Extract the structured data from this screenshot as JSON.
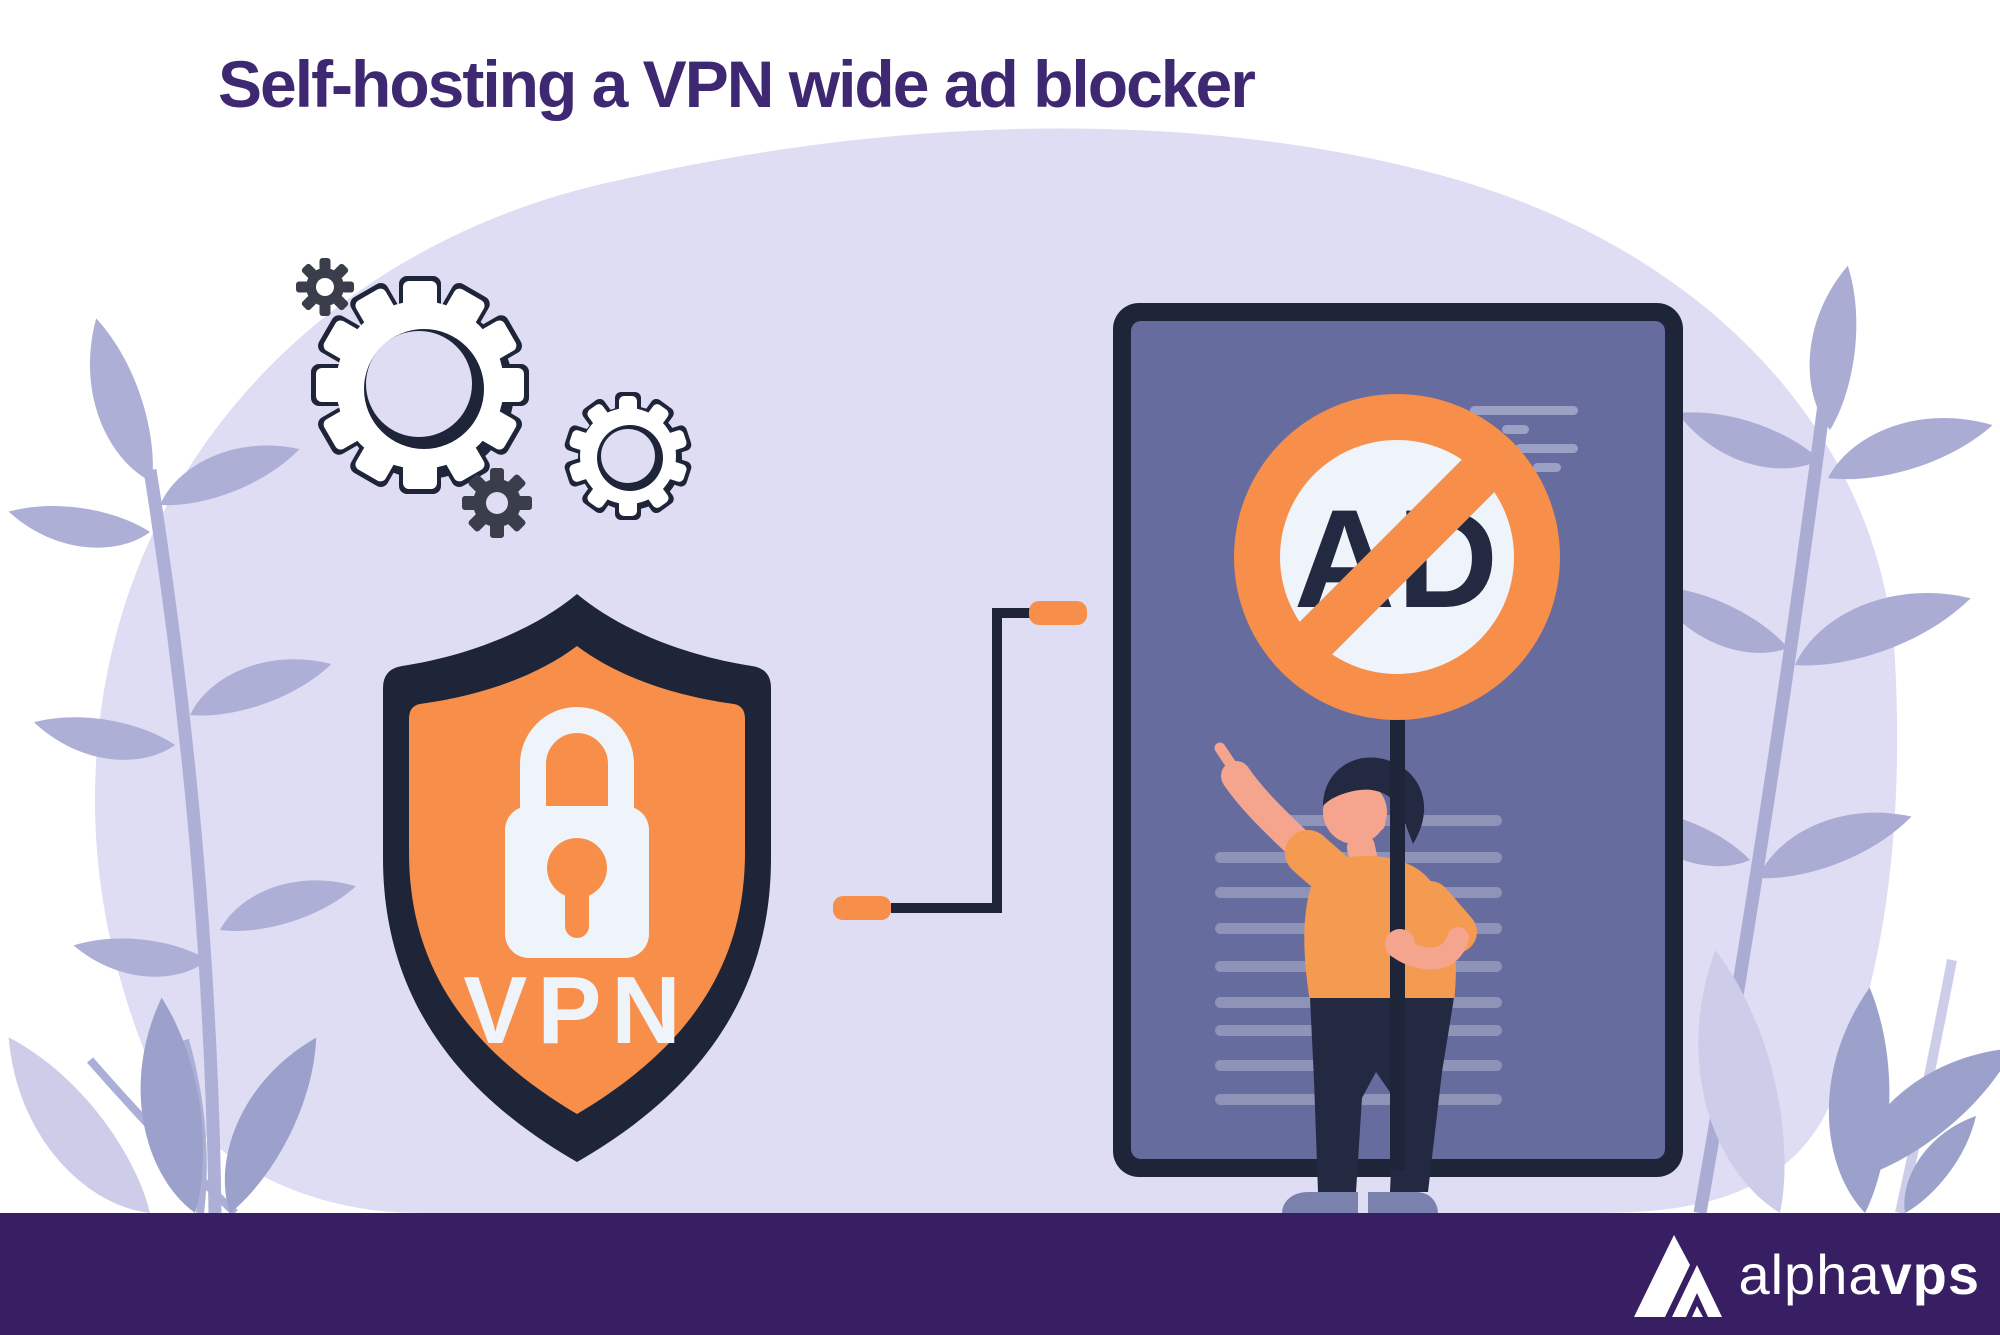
{
  "header": {
    "title": "Self-hosting a VPN wide ad blocker"
  },
  "illustration": {
    "vpn_shield_label": "VPN",
    "ad_sign_label": "AD"
  },
  "footer": {
    "brand_alpha": "alpha",
    "brand_vps": "vps"
  },
  "colors": {
    "title_text": "#3F2872",
    "background": "#FFFFFF",
    "blob": "#DEDDF4",
    "leaf_medium": "#AEAFD7",
    "leaf_dark": "#9CA1CB",
    "leaf_light": "#CDCDEA",
    "outline_dark": "#1F2538",
    "accent_orange": "#F78F4B",
    "document_fill": "#676C9E",
    "document_line": "#9BA0C5",
    "sign_inner": "#EFF4FB",
    "footer_bar": "#381F63",
    "skin": "#F5A48E",
    "shirt_orange": "#F49B51",
    "pants_dark": "#232941",
    "shoes": "#7B81AD",
    "gear_gray": "#3A3E4A"
  }
}
